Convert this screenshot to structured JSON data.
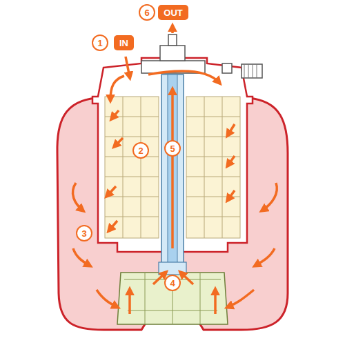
{
  "diagram": {
    "nodes": [
      {
        "text": [
          "6"
        ]
      },
      {
        "text": [
          "OUT"
        ]
      },
      {
        "text": [
          "1"
        ]
      },
      {
        "text": [
          "IN"
        ]
      },
      {
        "text": [
          "2"
        ]
      },
      {
        "text": [
          "5"
        ]
      },
      {
        "text": [
          "3"
        ]
      },
      {
        "text": [
          "4"
        ]
      }
    ]
  }
}
